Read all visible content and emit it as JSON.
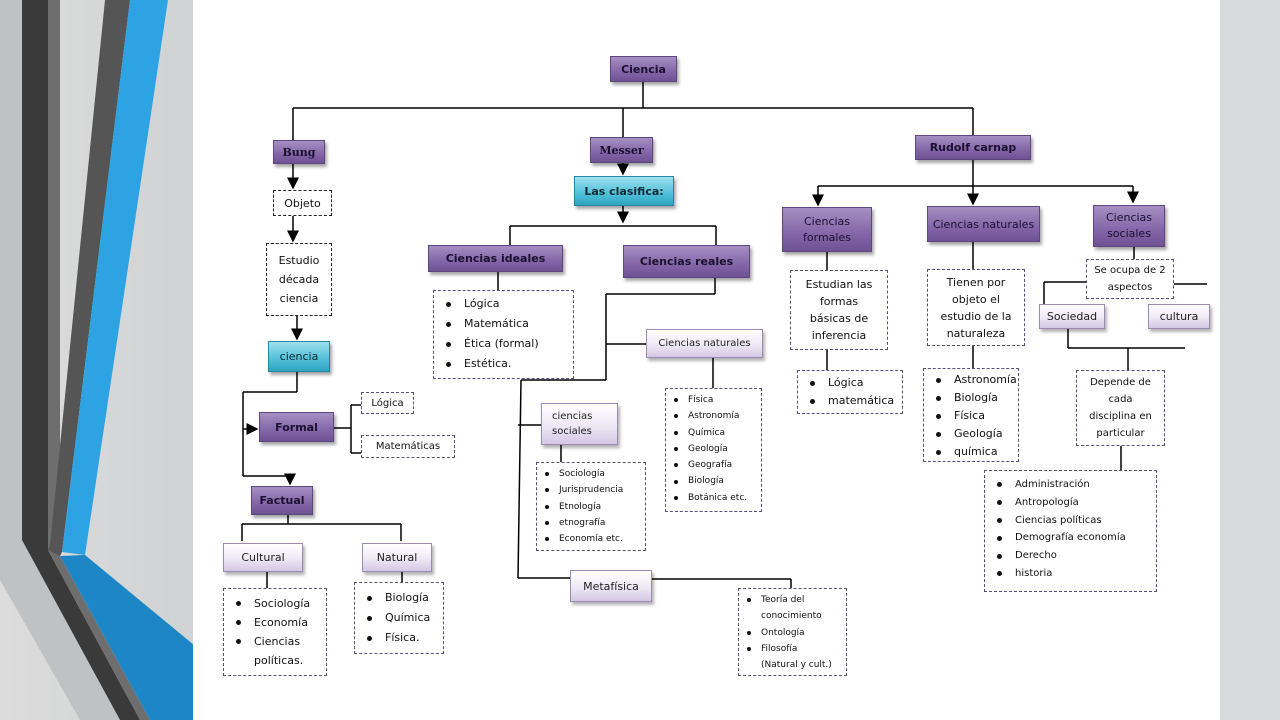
{
  "background": {
    "stripe_dark": "#3f3f3f",
    "stripe_blue": "#2b9fde",
    "slide_bg": "#d6d9db"
  },
  "colors": {
    "purple": "#8466a8",
    "light_purple": "#eee8f5",
    "cyan": "#4fbfd8",
    "dash_border": "#5a4f7a"
  },
  "nodes": {
    "ciencia": "Ciencia",
    "bung": "Bung",
    "messer": "Messer",
    "carnap": "Rudolf  carnap",
    "las_clasifica": "Las clasifica:",
    "objeto": "Objeto",
    "estudio": [
      "Estudio",
      "década",
      "ciencia"
    ],
    "ciencia_lower": "ciencia",
    "formal": "Formal",
    "logica": "Lógica",
    "matematicas": "Matemáticas",
    "factual": "Factual",
    "cultural": "Cultural",
    "natural": "Natural",
    "cultural_items": [
      "Sociología",
      "Economía",
      "Ciencias",
      "políticas."
    ],
    "natural_items": [
      "Biología",
      "Química",
      "Física."
    ],
    "ciencias_ideales": "Ciencias ideales",
    "ideales_items": [
      "Lógica",
      "Matemática",
      "Ética (formal)",
      "Estética."
    ],
    "ciencias_reales": "Ciencias reales",
    "reales_naturales": "Ciencias naturales",
    "reales_naturales_items": [
      "Física",
      "Astronomía",
      "Química",
      "Geología",
      "Geografía",
      "Biología",
      "Botánica etc."
    ],
    "ciencias_sociales_line1": "ciencias",
    "ciencias_sociales_line2": "sociales",
    "sociales_items": [
      "Sociología",
      "Jurisprudencia",
      "Etnología",
      "etnografía",
      "Economía etc."
    ],
    "metafisica": "Metafísica",
    "metafisica_items": [
      "Teoría del",
      "conocimiento",
      "Ontología",
      "Filosofía",
      "(Natural y cult.)"
    ],
    "formales_line1": "Ciencias",
    "formales_line2": "formales",
    "formales_desc": [
      "Estudian las",
      "formas",
      "básicas de",
      "inferencia"
    ],
    "formales_items": [
      "Lógica",
      "matemática"
    ],
    "naturales": "Ciencias naturales",
    "naturales_desc": [
      "Tienen por",
      "objeto el",
      "estudio de la",
      "naturaleza"
    ],
    "naturales_items": [
      "Astronomía",
      "Biología",
      "Física",
      "Geología",
      "química"
    ],
    "sociales_line1": "Ciencias",
    "sociales_line2": "sociales",
    "sociales_desc": [
      "Se ocupa de 2",
      "aspectos"
    ],
    "sociedad": "Sociedad",
    "cultura": "cultura",
    "depende": [
      "Depende de",
      "cada",
      "disciplina en",
      "particular"
    ],
    "depende_items": [
      "Administración",
      "Antropología",
      "Ciencias políticas",
      "Demografía economía",
      "Derecho",
      "historia"
    ]
  }
}
